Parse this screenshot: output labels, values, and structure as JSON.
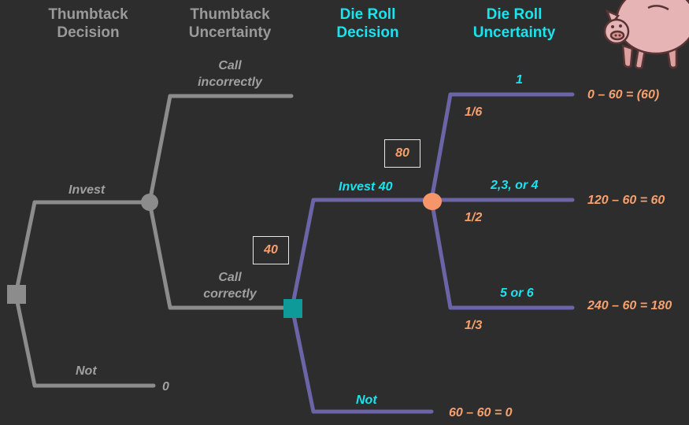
{
  "headers": {
    "thumbtack_decision": [
      "Thumbtack",
      "Decision"
    ],
    "thumbtack_uncertainty": [
      "Thumbtack",
      "Uncertainty"
    ],
    "die_roll_decision": [
      "Die Roll",
      "Decision"
    ],
    "die_roll_uncertainty": [
      "Die Roll",
      "Uncertainty"
    ]
  },
  "thumbtack_branches": {
    "invest": "Invest",
    "not": "Not",
    "not_payoff": "0",
    "call_incorrectly": [
      "Call",
      "incorrectly"
    ],
    "call_correctly": [
      "Call",
      "correctly"
    ]
  },
  "values": {
    "die_decision_value": "40",
    "die_uncertainty_value": "80"
  },
  "die_branches": {
    "invest": "Invest 40",
    "not": "Not",
    "not_payoff": "60 – 60 = 0"
  },
  "outcomes": [
    {
      "label": "1",
      "probability": "1/6",
      "payoff": "0 – 60 =  (60)"
    },
    {
      "label": "2,3, or 4",
      "probability": "1/2",
      "payoff": "120 – 60 = 60"
    },
    {
      "label": "5 or 6",
      "probability": "1/3",
      "payoff": "240 – 60 = 180"
    }
  ],
  "colors": {
    "background": "#2d2d2d",
    "gray_branch": "#8c8c8c",
    "purple_branch": "#6b64a6",
    "decision_node_gray": "#8c8c8c",
    "decision_node_teal": "#0f9a9a",
    "chance_node_orange": "#f7956a",
    "label_cyan": "#19e3ef",
    "label_orange": "#f6a06e"
  },
  "icons": {
    "mascot": "piggy-bank-icon"
  }
}
